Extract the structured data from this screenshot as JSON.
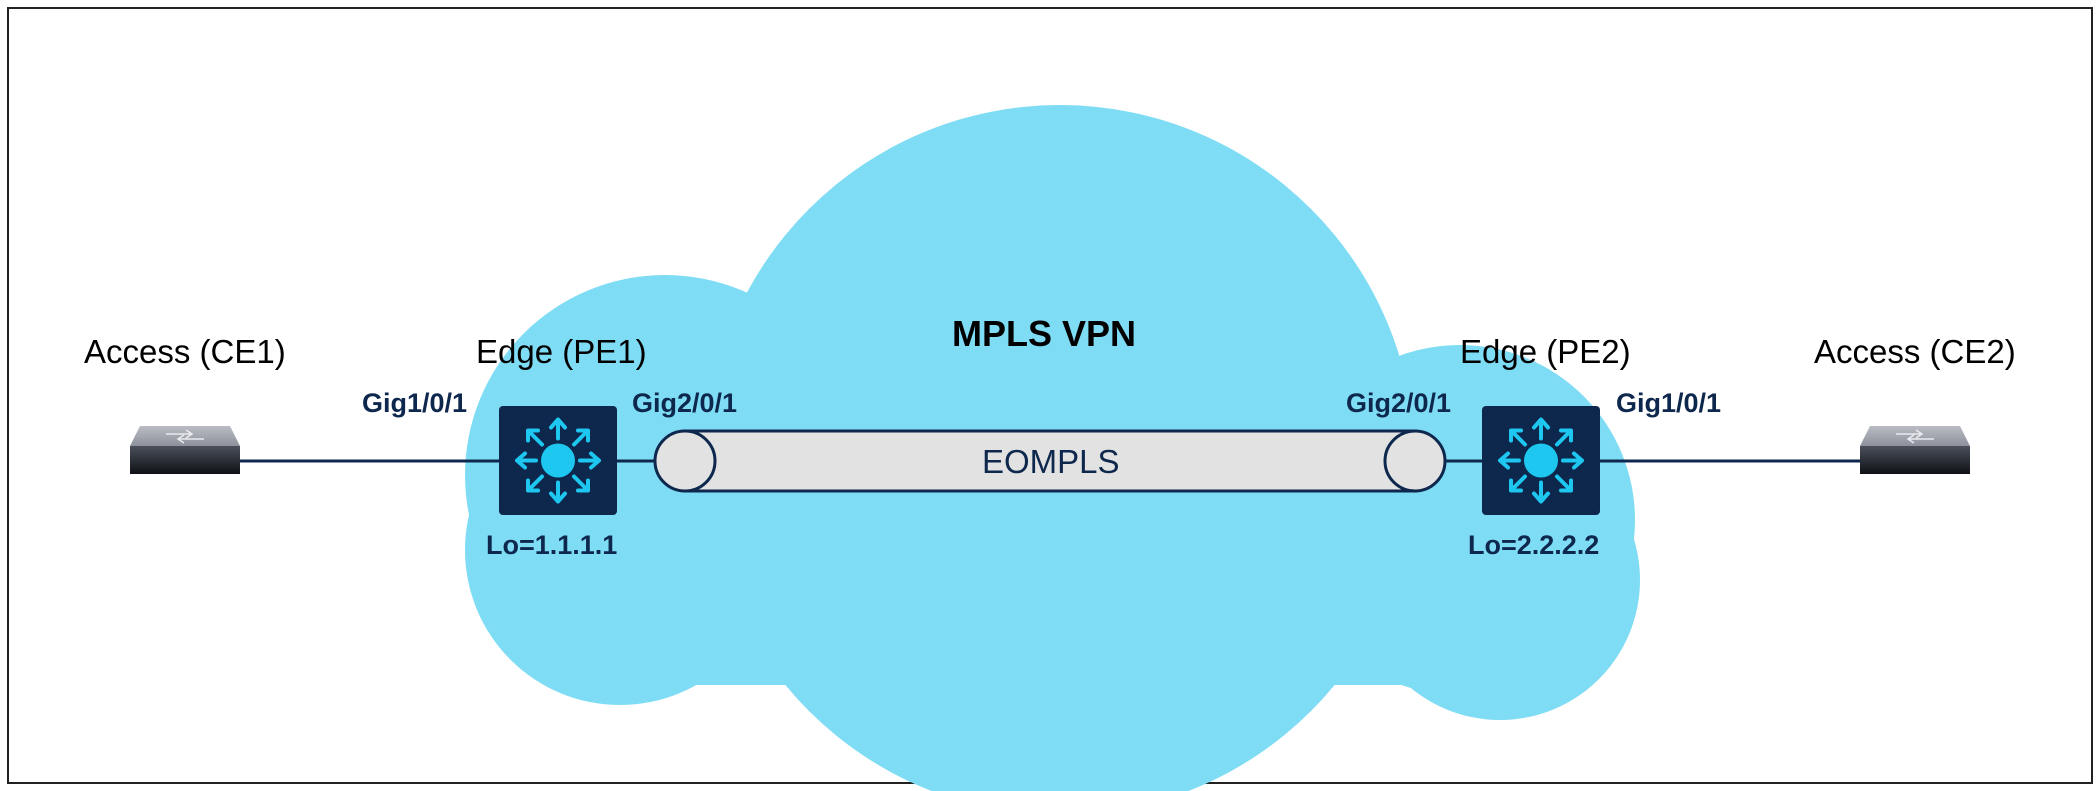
{
  "colors": {
    "frame": "#222222",
    "cloud": "#7fdcf5",
    "router_box": "#0d274d",
    "router_icon": "#1ec7f0",
    "tunnel_fill": "#e2e2e2",
    "link": "#0d274d",
    "text_dark": "#0d274d"
  },
  "cloud": {
    "title": "MPLS VPN",
    "icon": "cloud-shape"
  },
  "tunnel": {
    "label": "EOMPLS",
    "icon": "tunnel-pipe"
  },
  "nodes": {
    "ce1": {
      "title": "Access (CE1)",
      "port": "Gig1/0/1",
      "icon": "access-switch-icon"
    },
    "pe1": {
      "title": "Edge (PE1)",
      "port_out": "Gig2/0/1",
      "loopback": "Lo=1.1.1.1",
      "icon": "layer3-switch-icon"
    },
    "pe2": {
      "title": "Edge (PE2)",
      "port_in": "Gig2/0/1",
      "port_out": "Gig1/0/1",
      "loopback": "Lo=2.2.2.2",
      "icon": "layer3-switch-icon"
    },
    "ce2": {
      "title": "Access (CE2)",
      "icon": "access-switch-icon"
    }
  }
}
